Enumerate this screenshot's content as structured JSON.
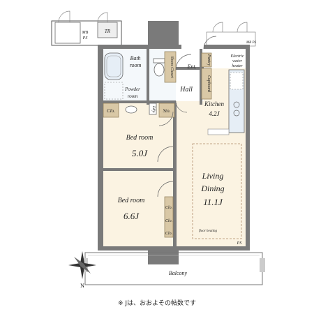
{
  "rooms": {
    "mb_ps": {
      "l1": "MB",
      "l2": "PS"
    },
    "tr": "TR",
    "mb_ps_right": "MB PS",
    "bath": {
      "l1": "Bath",
      "l2": "room"
    },
    "shoe_closet": "Shoes Closet",
    "ent": "Ent.",
    "pantry": "Pantry",
    "cupboard": "Cupboard",
    "water_heater": {
      "l1": "Electric",
      "l2": "water",
      "l3": "heater"
    },
    "powder": {
      "l1": "Powder",
      "l2": "room"
    },
    "hall": "Hall",
    "kitchen": {
      "name": "Kitchen",
      "size": "4.2J"
    },
    "clo_left": "Clo.",
    "ldy": "Ldy.",
    "sto": "Sto.",
    "bedroom1": {
      "name": "Bed room",
      "size": "5.0J"
    },
    "bedroom2": {
      "name": "Bed room",
      "size": "6.6J"
    },
    "clo_closets": [
      "Clo.",
      "Clo.",
      "Clo."
    ],
    "living": {
      "l1": "Living",
      "l2": "Dining",
      "size": "11.1J"
    },
    "floor_heating": "floor heating",
    "ps_bottom": "PS",
    "balcony": "Balcony"
  },
  "compass": {
    "label": "N"
  },
  "footnote": "※ Jは、おおよその帖数です",
  "colors": {
    "wall": "#7a7a7a",
    "floor": "#fbf3e2",
    "fixture": "#e6eef6",
    "closet": "#d9c8a6"
  }
}
